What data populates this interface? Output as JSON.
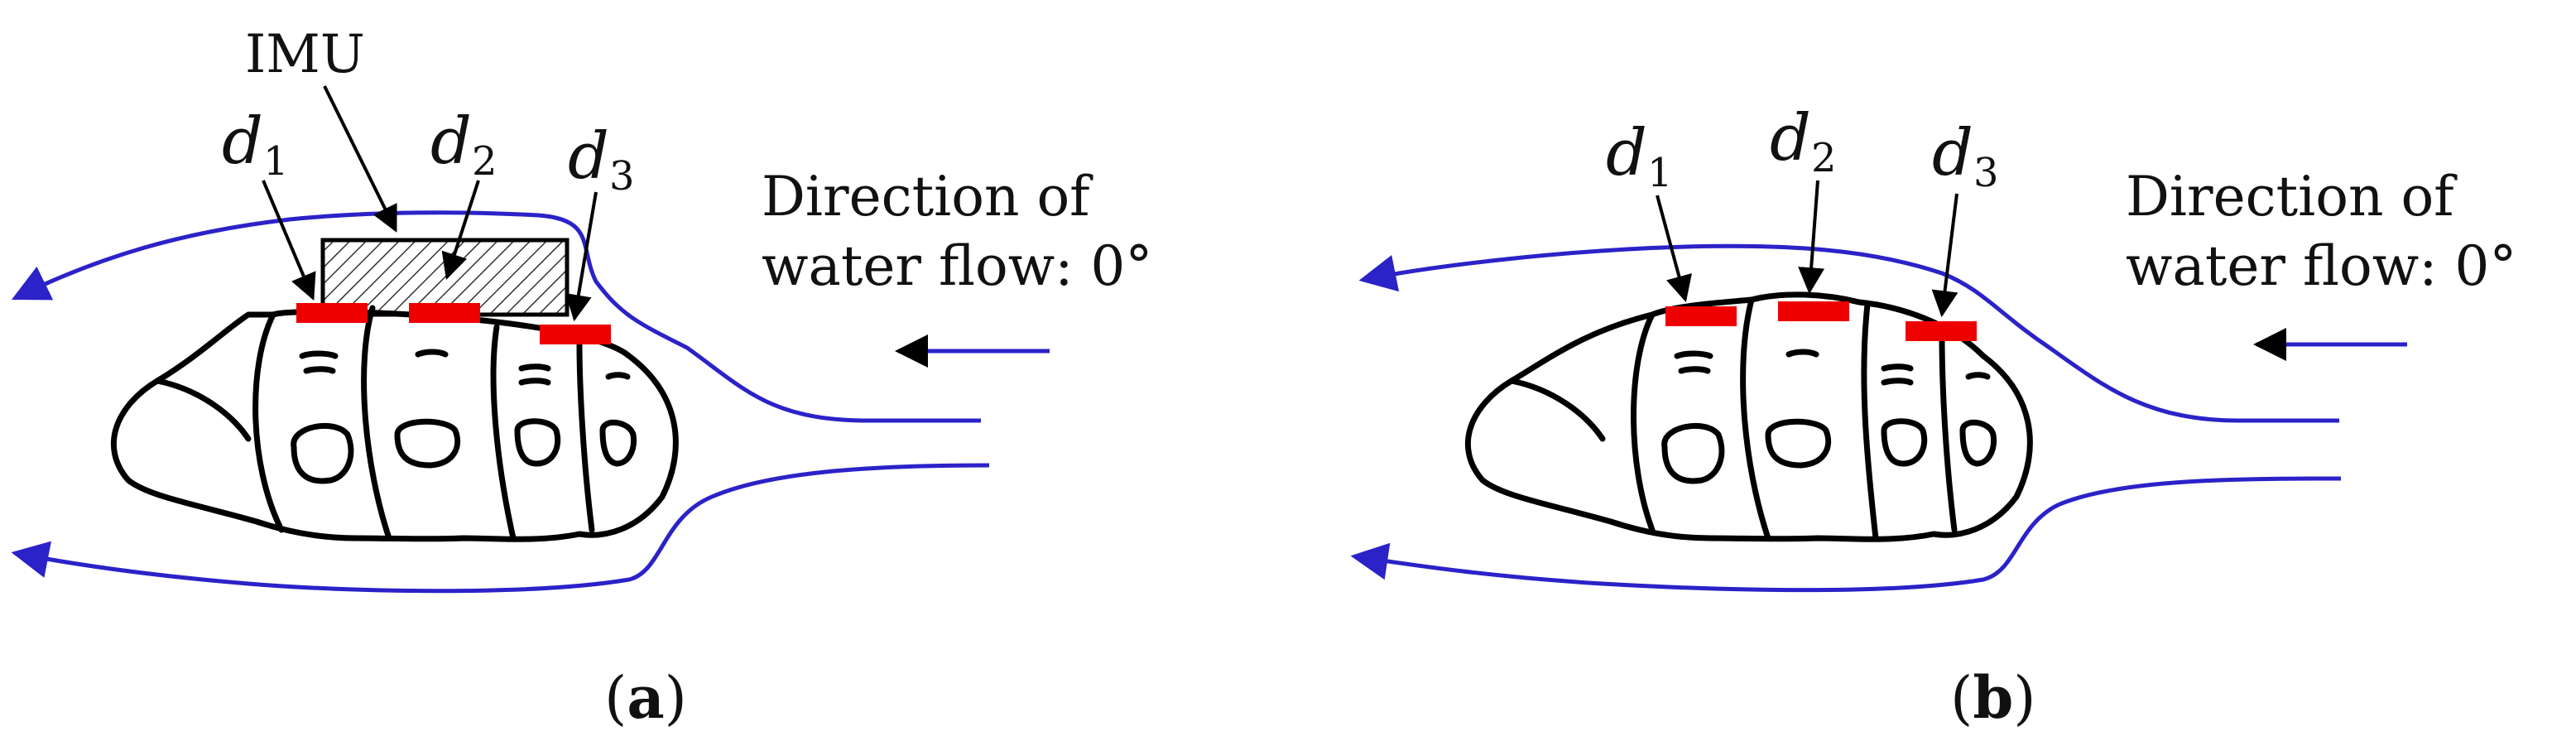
{
  "figure": {
    "panels": [
      {
        "id": "a",
        "caption_letter": "a",
        "has_imu": true,
        "imu_label": "IMU",
        "sensors": [
          {
            "symbol": "d",
            "index": "1"
          },
          {
            "symbol": "d",
            "index": "2"
          },
          {
            "symbol": "d",
            "index": "3"
          }
        ],
        "flow_text": "Direction of\nwater flow: 0°"
      },
      {
        "id": "b",
        "caption_letter": "b",
        "has_imu": false,
        "sensors": [
          {
            "symbol": "d",
            "index": "1"
          },
          {
            "symbol": "d",
            "index": "2"
          },
          {
            "symbol": "d",
            "index": "3"
          }
        ],
        "flow_text": "Direction of\nwater flow: 0°"
      }
    ],
    "colors": {
      "streamline": "#2b22c8",
      "sensor_pad": "#ee0000",
      "outline": "#000000",
      "imu_hatch": "#333333"
    }
  }
}
